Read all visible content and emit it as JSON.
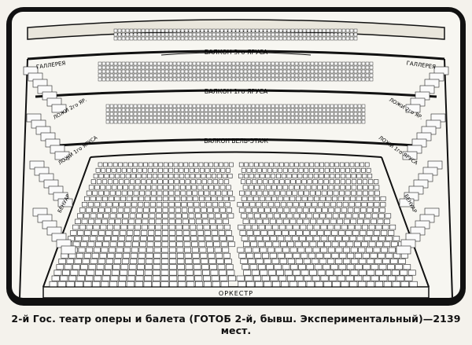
{
  "labels": {
    "balcony_3": "БАЛКОН 3го ЯРУСА",
    "balcony_1": "БАЛКОН 1го ЯРУСА",
    "balcony_bel": "БАЛКОН БЕЛЬ-ЭТАЖ",
    "gallery_left": "ГАЛЛЕРЕЯ",
    "gallery_right": "ГАЛЛЕРЕЯ",
    "tier2_left": "ЛОЖИ 2го ЯР.",
    "tier2_right": "ЛОЖИ 2го ЯР.",
    "tier1_left": "ЛОЖИ 1го ЯРУСА",
    "tier1_right": "ЛОЖИ 1го ЯРУСА",
    "benoir_left": "БЕНУАР",
    "benoir_right": "БЕНУАР",
    "orchestra": "ОРКЕСТР"
  },
  "caption": "2-й Гос. театр оперы и балета (ГОТОБ 2-й, бывш. Экспериментальный)—2139 мест."
}
